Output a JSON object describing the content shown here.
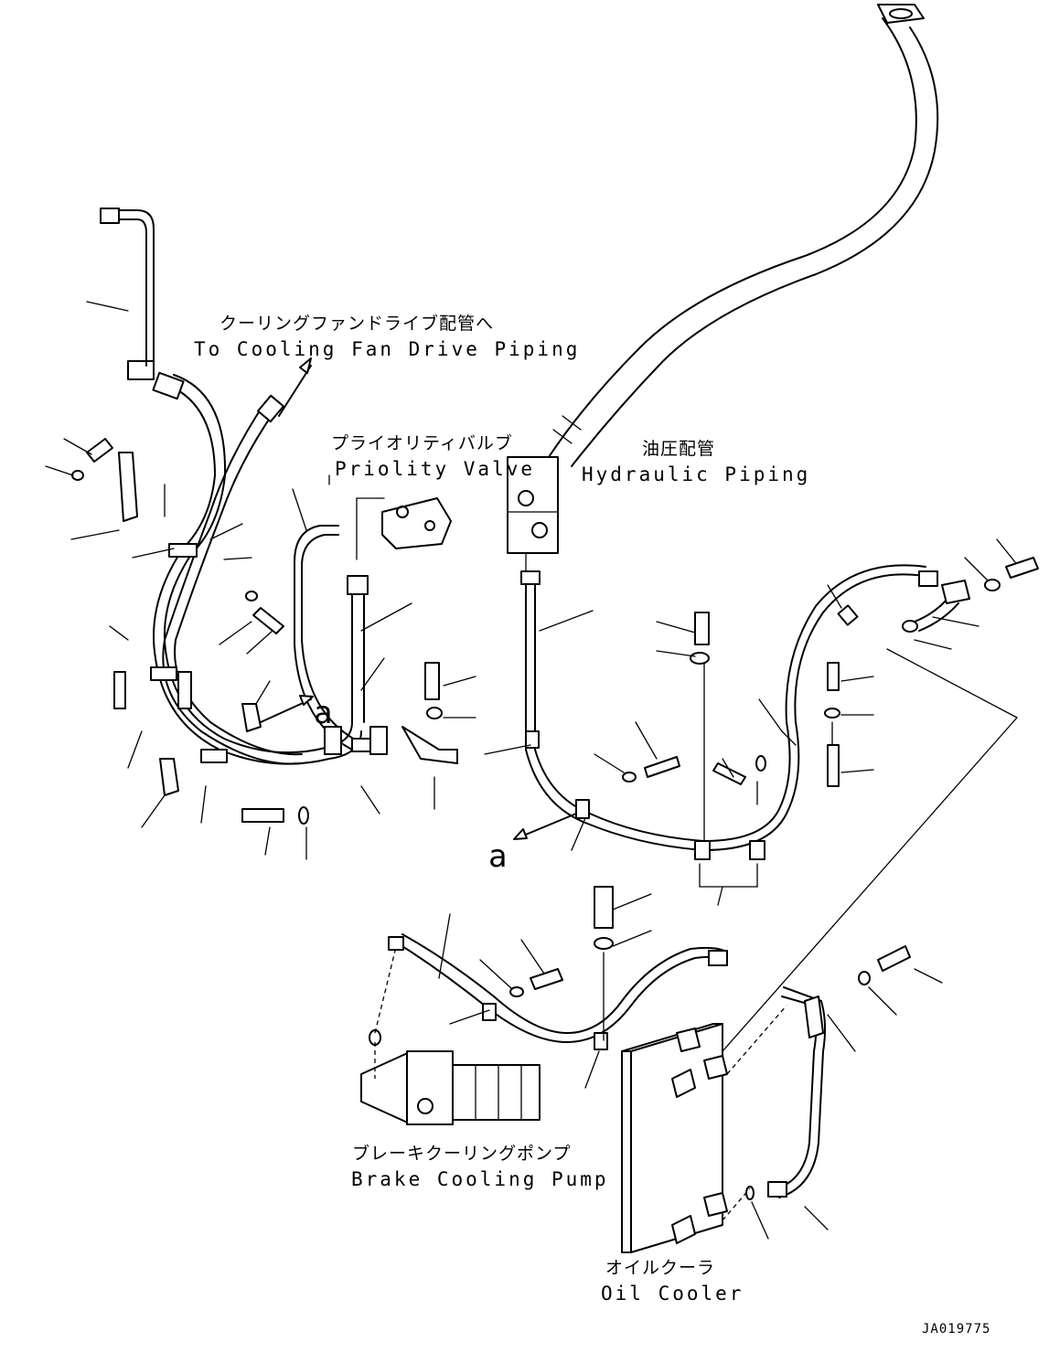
{
  "labels": {
    "cooling_fan_jp": "クーリングファンドライブ配管へ",
    "cooling_fan_en": "To Cooling Fan Drive Piping",
    "priority_valve_jp": "プライオリティバルブ",
    "priority_valve_en": "Priolity Valve",
    "hydraulic_jp": "油圧配管",
    "hydraulic_en": "Hydraulic Piping",
    "brake_pump_jp": "ブレーキクーリングポンプ",
    "brake_pump_en": "Brake Cooling Pump",
    "oil_cooler_jp": "オイルクーラ",
    "oil_cooler_en": "Oil Cooler",
    "view_callout_left": "a",
    "view_callout_right": "a",
    "drawing_id": "JA019775"
  },
  "colors": {
    "line": "#000000",
    "background": "#ffffff"
  }
}
